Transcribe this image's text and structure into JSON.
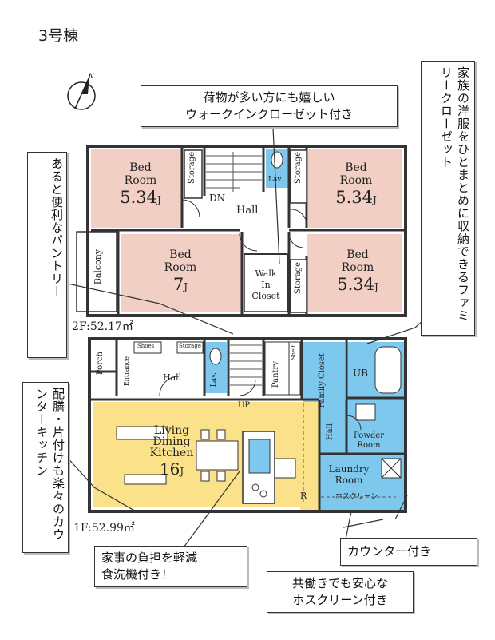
{
  "building": "3号棟",
  "north_label": "N",
  "floor2": {
    "area": "2F:52.17㎡",
    "rooms": {
      "bed_nw": {
        "name1": "Bed",
        "name2": "Room",
        "size": "5.34",
        "unit": "J"
      },
      "bed_ne": {
        "name1": "Bed",
        "name2": "Room",
        "size": "5.34",
        "unit": "J"
      },
      "bed_sw": {
        "name1": "Bed",
        "name2": "Room",
        "size": "7",
        "unit": "J"
      },
      "bed_se": {
        "name1": "Bed",
        "name2": "Room",
        "size": "5.34",
        "unit": "J"
      },
      "storage": "Storage",
      "dn": "DN",
      "hall": "Hall",
      "lav": "Lav.",
      "balcony": "Balcony",
      "walkin1": "Walk",
      "walkin2": "In",
      "walkin3": "Closet"
    }
  },
  "floor1": {
    "area": "1F:52.99㎡",
    "rooms": {
      "porch": "Porch",
      "entrance": "Entrance",
      "shoes": "Shoes",
      "storage": "Storage",
      "hall": "Hall",
      "lav": "Lav.",
      "pantry": "Pantry",
      "shelf": "Shelf",
      "family_closet": "Family Closet",
      "ub": "UB",
      "up": "UP",
      "ldk1": "Living",
      "ldk2": "Dining",
      "ldk3": "Kitchen",
      "ldk_size": "16",
      "ldk_unit": "J",
      "hall2": "Hall",
      "powder": "Powder Room",
      "laundry1": "Laundry",
      "laundry2": "Room",
      "hosclean": "ホスクリーン",
      "r": "R"
    }
  },
  "callouts": {
    "walkin": [
      "荷物が多い方にも嬉しい",
      "ウォークインクローゼット付き"
    ],
    "family": "家族の洋服をひとまとめに収納できるファミリークローゼット",
    "pantry": "あると便利なパントリー",
    "counter_kitchen": "配膳・片付けも楽々のカウンターキッチン",
    "washer": [
      "家事の負担を軽減",
      "食洗機付き！"
    ],
    "counter": "カウンター付き",
    "hoscleen": [
      "共働きでも安心な",
      "ホスクリーン付き"
    ]
  },
  "colors": {
    "bedroom": "#f1cfc4",
    "wet": "#7ec8ee",
    "ldk": "#fbe28a",
    "wall": "#333333"
  }
}
